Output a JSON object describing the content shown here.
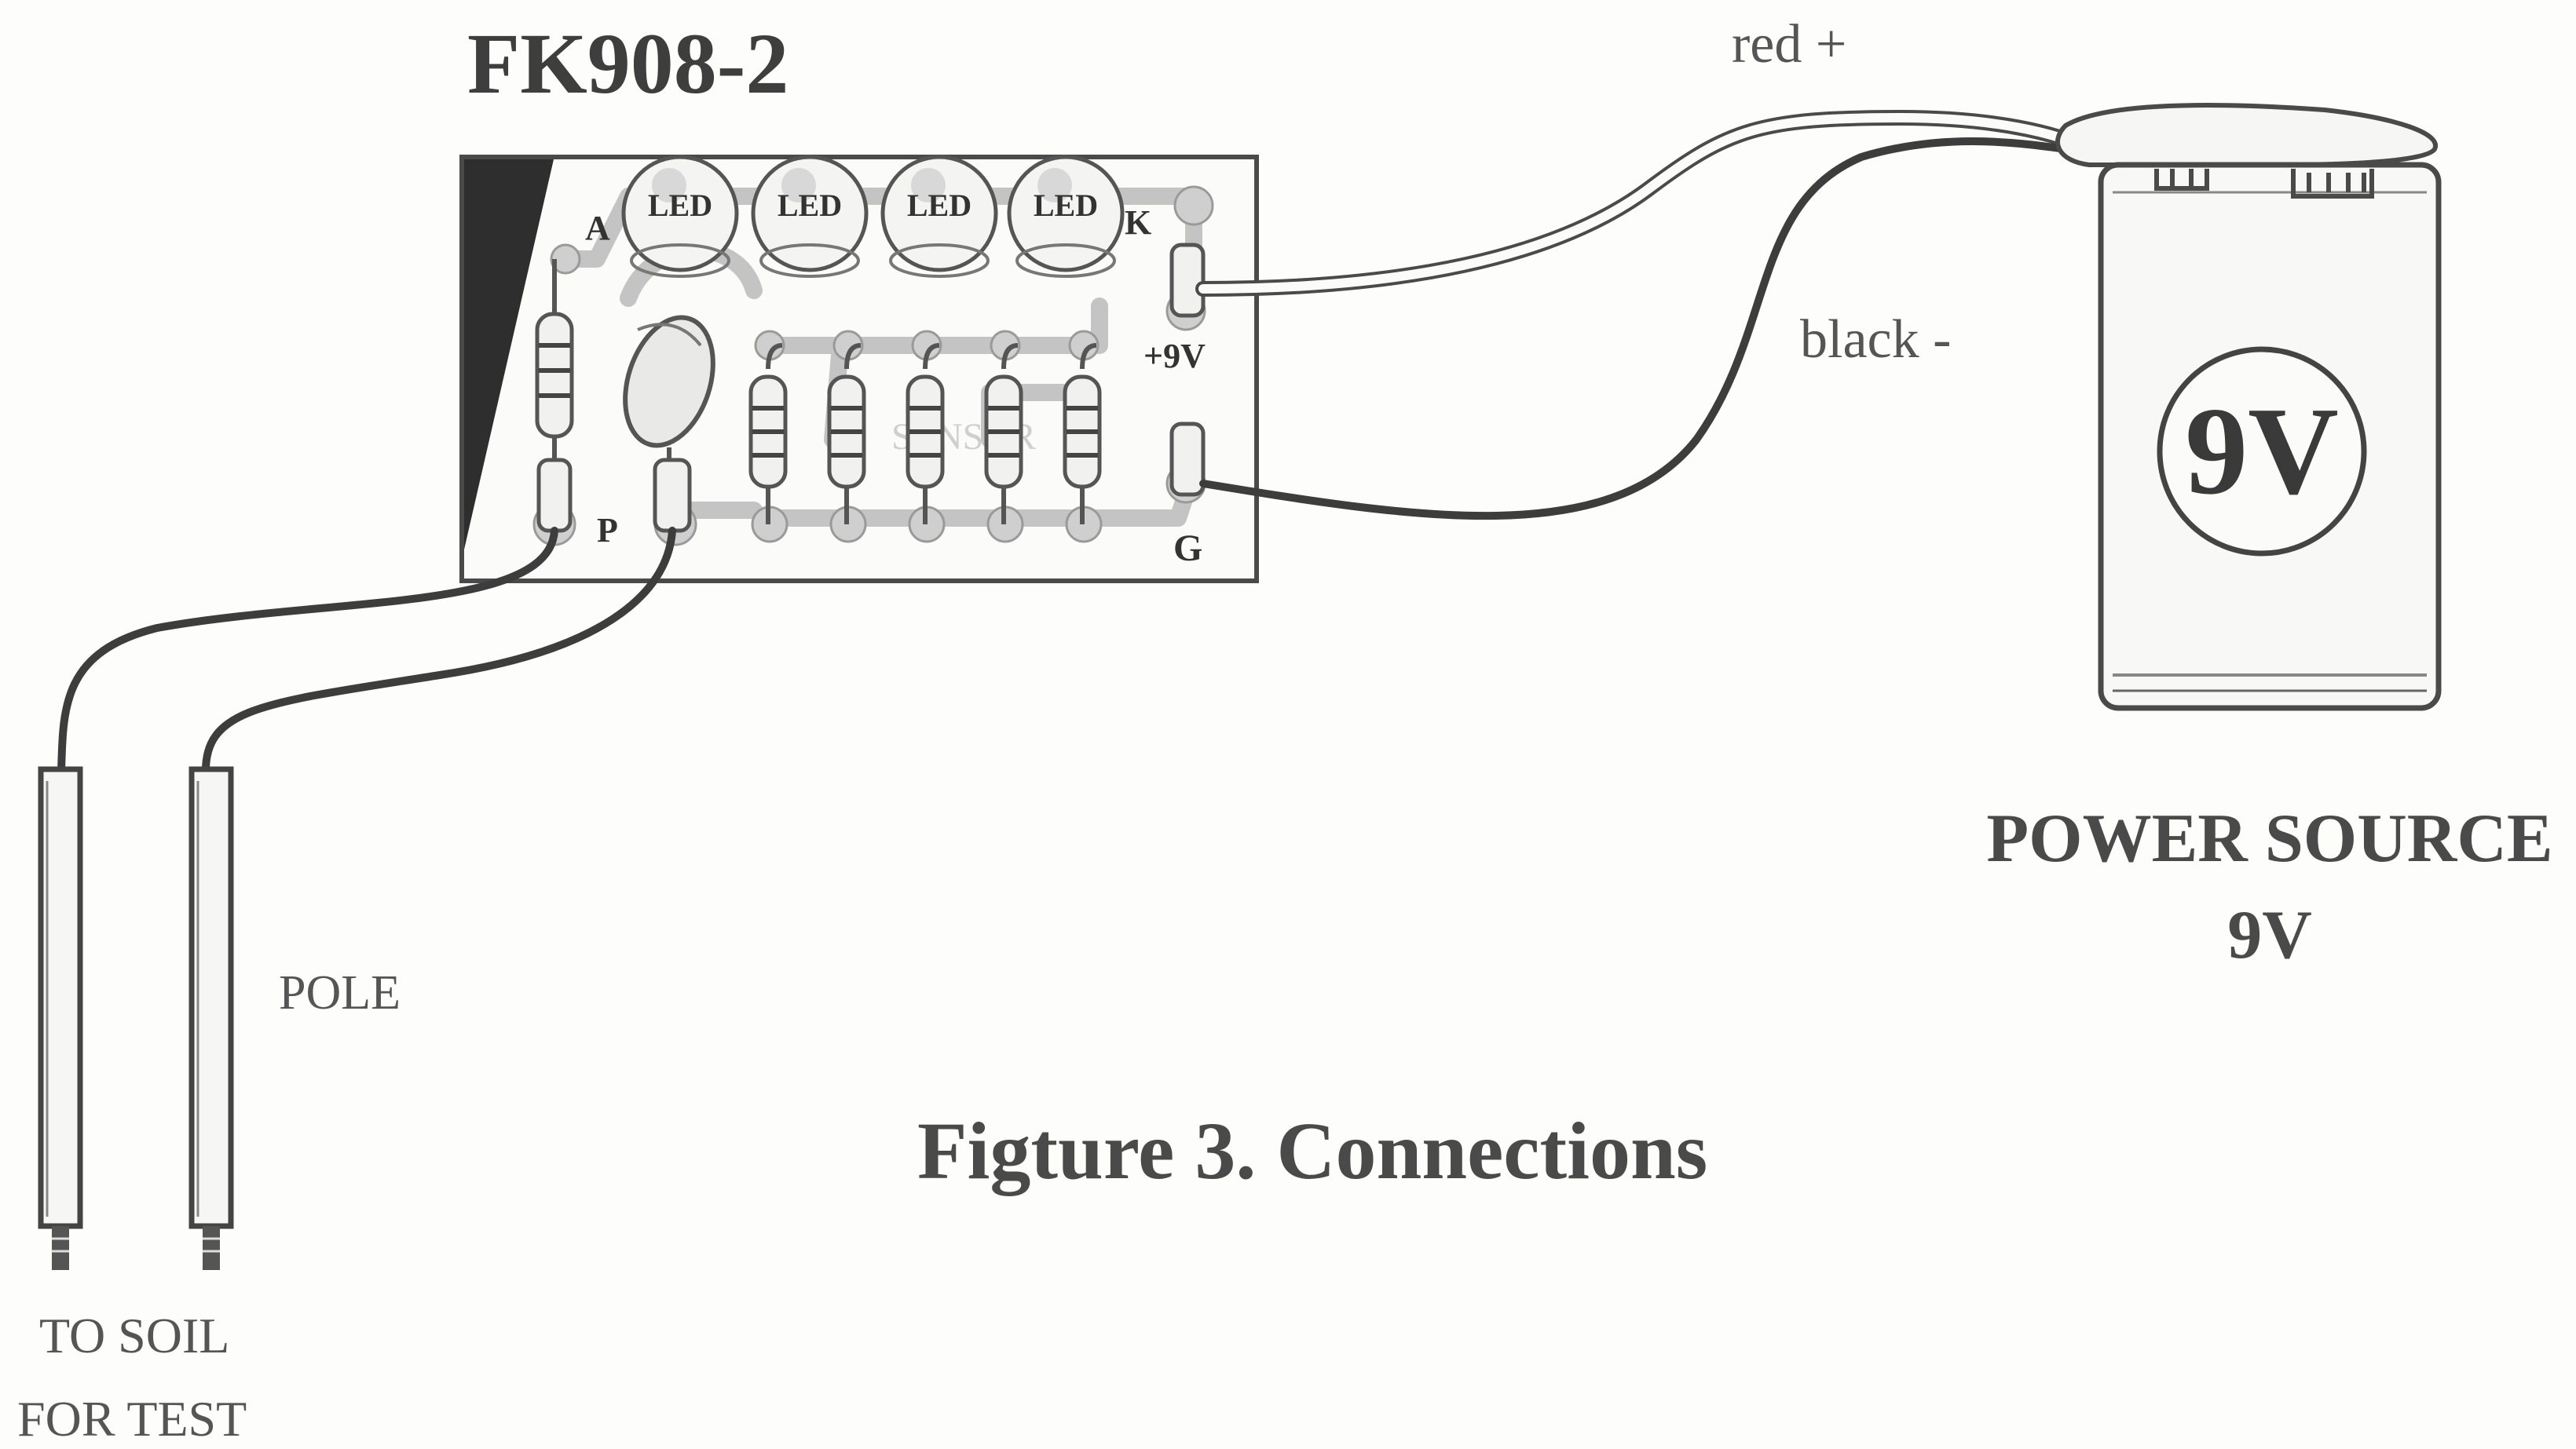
{
  "board": {
    "title": "FK908-2",
    "led_label": "LED",
    "pad_a": "A",
    "pad_k": "K",
    "pad_p": "P",
    "pad_plus9v": "+9V",
    "pad_g": "G"
  },
  "wires": {
    "red_label": "red +",
    "black_label": "black -"
  },
  "battery": {
    "face_label": "9V"
  },
  "power_source": {
    "title": "POWER SOURCE",
    "voltage": "9V"
  },
  "probes": {
    "pole_label": "POLE",
    "soil_line1": "TO SOIL",
    "soil_line2": "FOR TEST"
  },
  "caption": "Figture 3. Connections",
  "colors": {
    "ink": "#3a3a3a",
    "board_outline": "#4a4a4a",
    "trace_gray": "#bdbdbd",
    "wire_dark": "#3d3d3d"
  }
}
